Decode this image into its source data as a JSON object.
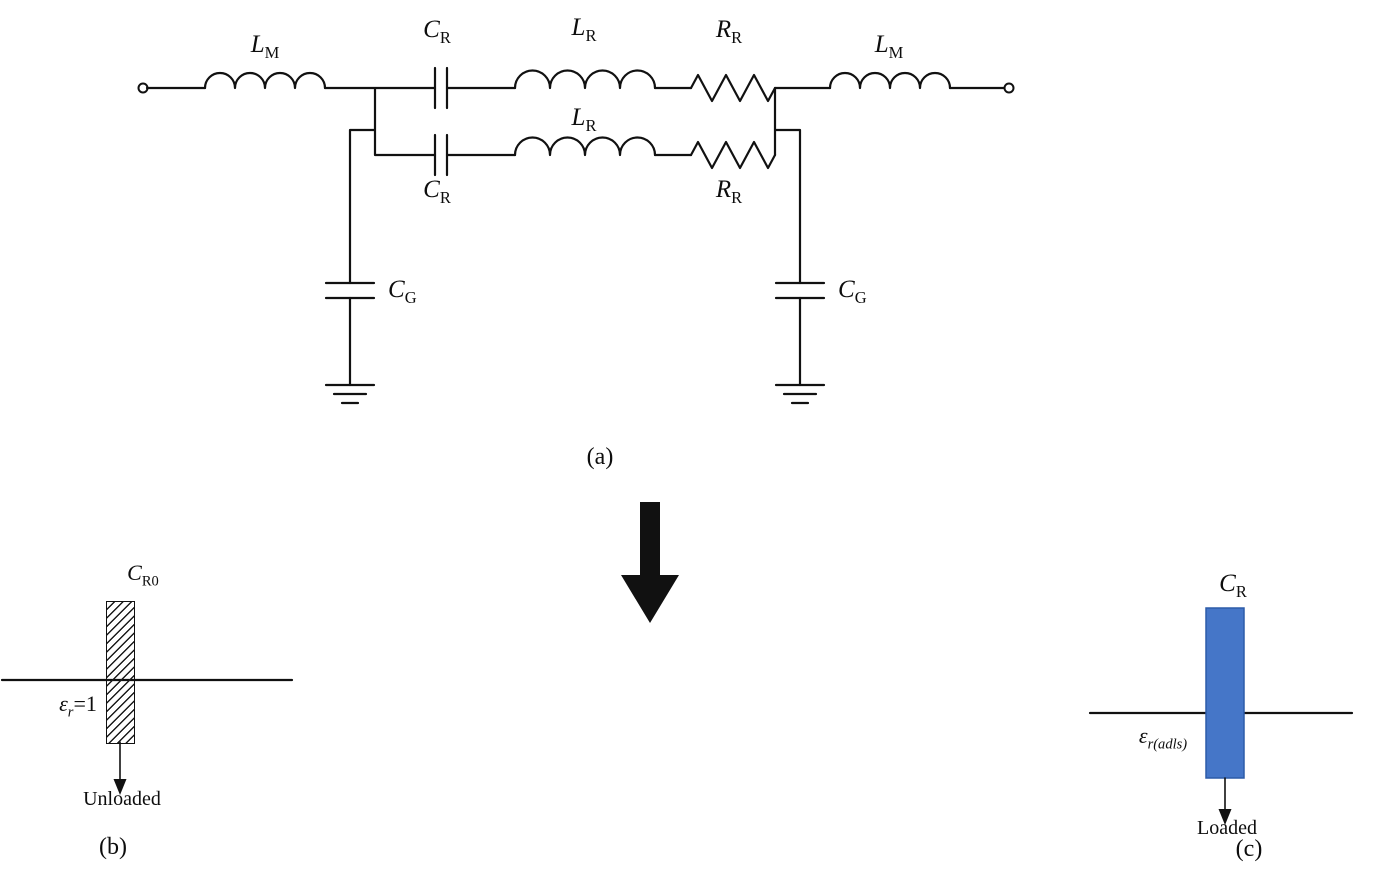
{
  "panel_a": {
    "caption": "(a)",
    "labels": {
      "lm_left": {
        "base": "L",
        "sub": "M"
      },
      "cr_top": {
        "base": "C",
        "sub": "R"
      },
      "lr_top": {
        "base": "L",
        "sub": "R"
      },
      "rr_top": {
        "base": "R",
        "sub": "R"
      },
      "lm_right": {
        "base": "L",
        "sub": "M"
      },
      "cr_bottom": {
        "base": "C",
        "sub": "R"
      },
      "lr_bottom": {
        "base": "L",
        "sub": "R"
      },
      "rr_bottom": {
        "base": "R",
        "sub": "R"
      },
      "cg_left": {
        "base": "C",
        "sub": "G"
      },
      "cg_right": {
        "base": "C",
        "sub": "G"
      }
    }
  },
  "panel_b": {
    "caption": "(b)",
    "cap": {
      "base": "C",
      "sub": "R0"
    },
    "permittivity": {
      "base": "ε",
      "sub": "r",
      "eq": "=1"
    },
    "state": "Unloaded"
  },
  "panel_c": {
    "caption": "(c)",
    "cap": {
      "base": "C",
      "sub": "R"
    },
    "permittivity": {
      "base": "ε",
      "sub": "r(adls)"
    },
    "state": "Loaded"
  },
  "colors": {
    "stroke": "#111111",
    "loaded_fill": "#4576C8",
    "loaded_border": "#2d5ba8"
  }
}
